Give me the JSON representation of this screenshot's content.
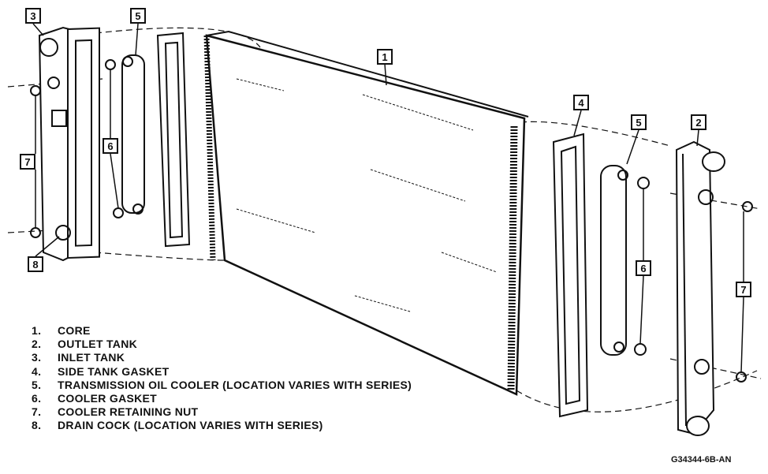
{
  "callouts": {
    "inlet_tank_left": "3",
    "cooler_left": "5",
    "core": "1",
    "gasket_right": "4",
    "cooler_right": "5",
    "outlet_tank": "2",
    "nut_left": "7",
    "cooler_gasket_left": "6",
    "drain_cock": "8",
    "cooler_gasket_right": "6",
    "nut_right": "7"
  },
  "legend": [
    {
      "num": "1.",
      "label": "CORE"
    },
    {
      "num": "2.",
      "label": "OUTLET TANK"
    },
    {
      "num": "3.",
      "label": "INLET TANK"
    },
    {
      "num": "4.",
      "label": "SIDE TANK GASKET"
    },
    {
      "num": "5.",
      "label": "TRANSMISSION OIL COOLER (LOCATION VARIES WITH SERIES)"
    },
    {
      "num": "6.",
      "label": "COOLER GASKET"
    },
    {
      "num": "7.",
      "label": "COOLER RETAINING NUT"
    },
    {
      "num": "8.",
      "label": "DRAIN COCK (LOCATION VARIES WITH SERIES)"
    }
  ],
  "figure_code": "G34344-6B-AN"
}
